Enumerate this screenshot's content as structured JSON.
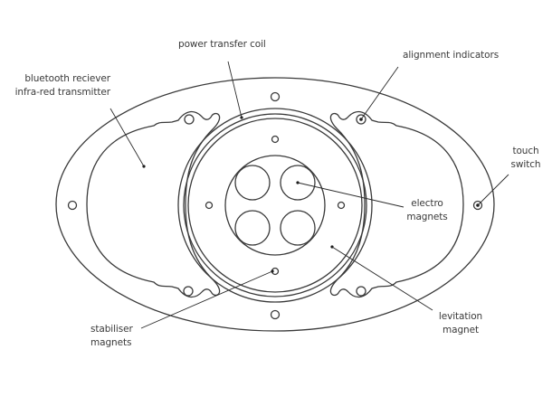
{
  "diagram": {
    "type": "technical-line-drawing",
    "subject": "oval levitation base plate (top view)",
    "line_color": "#3a3a3a",
    "background": "#ffffff"
  },
  "labels": {
    "power_transfer_coil": "power transfer coil",
    "bluetooth_line1": "bluetooth reciever",
    "bluetooth_line2": "infra-red transmitter",
    "alignment_indicators": "alignment indicators",
    "touch_switch_line1": "touch",
    "touch_switch_line2": "switch",
    "electro_magnets_line1": "electro",
    "electro_magnets_line2": "magnets",
    "levitation_magnet_line1": "levitation",
    "levitation_magnet_line2": "magnet",
    "stabiliser_magnets_line1": "stabiliser",
    "stabiliser_magnets_line2": "magnets"
  }
}
